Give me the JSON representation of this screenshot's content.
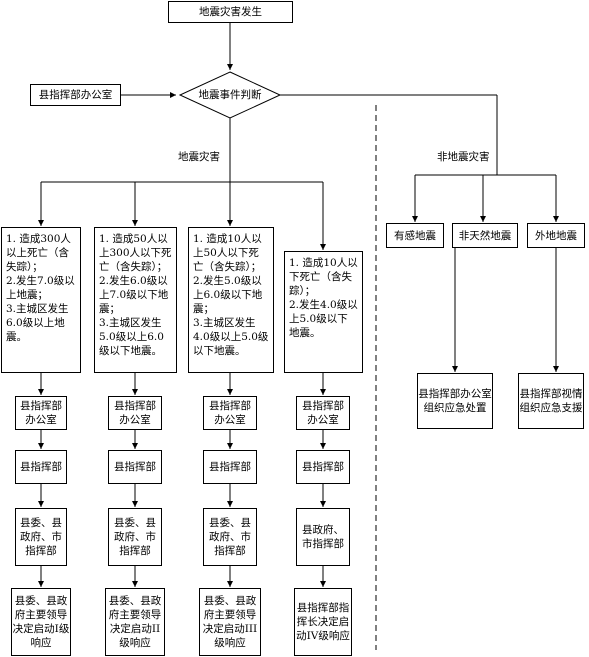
{
  "top": {
    "label": "地震灾害发生"
  },
  "office_left": {
    "label": "县指挥部办公室"
  },
  "decision": {
    "label": "地震事件判断"
  },
  "branch_labels": {
    "earthquake": "地震灾害",
    "non_earthquake": "非地震灾害"
  },
  "criteria": [
    "1. 造成300人以上死亡（含失踪）；\n2.发生7.0级以上地震；\n3.主城区发生6.0级以上地震。",
    "1. 造成50人以上300人以下死亡（含失踪）；\n2.发生6.0级以上7.0级以下地震；\n3.主城区发生5.0级以上6.0级以下地震。",
    "1. 造成10人以上50人以下死亡（含失踪）；\n2.发生5.0级以上6.0级以下地震；\n3.主城区发生4.0级以上5.0级以下地震。",
    "1. 造成10人以下死亡（含失踪）；\n2.发生4.0级以上5.0级以下地震。"
  ],
  "steps": {
    "office": "县指挥部办公室",
    "command": "县指挥部",
    "gov": "县委、县政府、市指挥部",
    "gov_iv": "县政府、市指挥部"
  },
  "responses": [
    "县委、县政府主要领导决定启动I级响应",
    "县委、县政府主要领导决定启动II级响应",
    "县委、县政府主要领导决定启动III级响应",
    "县指挥部指挥长决定启动IV级响应"
  ],
  "non_eq_types": [
    "有感地震",
    "非天然地震",
    "外地地震"
  ],
  "non_eq_actions": [
    "县指挥部办公室组织应急处置",
    "县指挥部视情组织应急支援"
  ]
}
